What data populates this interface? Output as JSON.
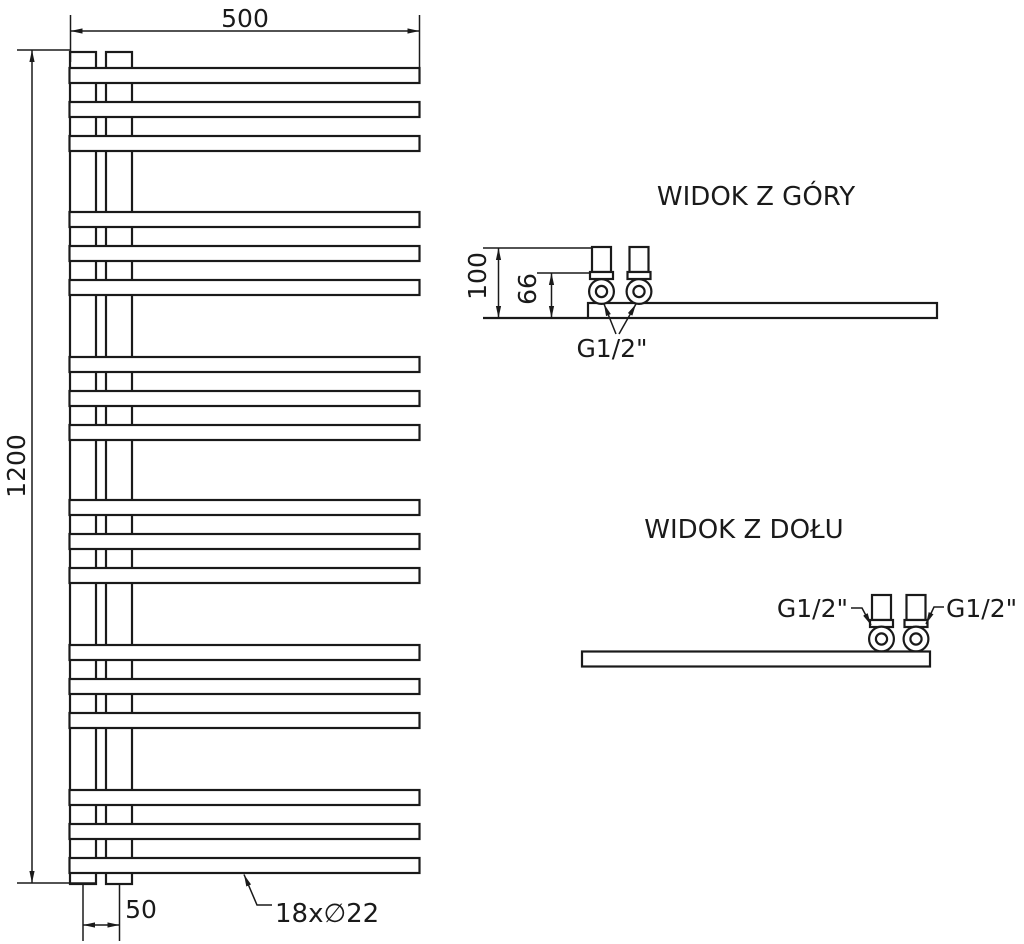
{
  "drawing": {
    "front_view": {
      "dim_width": "500",
      "dim_height": "1200",
      "dim_pipe_spacing": "50",
      "bar_spec_label": "18x∅22",
      "bar_count": 18
    },
    "top_view": {
      "title": "WIDOK Z GÓRY",
      "dim_depth": "100",
      "dim_axis": "66",
      "thread_label": "G1/2\""
    },
    "bottom_view": {
      "title": "WIDOK Z DOŁU",
      "thread_label_left": "G1/2\"",
      "thread_label_right": "G1/2\""
    },
    "colors": {
      "line": "#1a1a1a",
      "background": "#ffffff"
    }
  }
}
